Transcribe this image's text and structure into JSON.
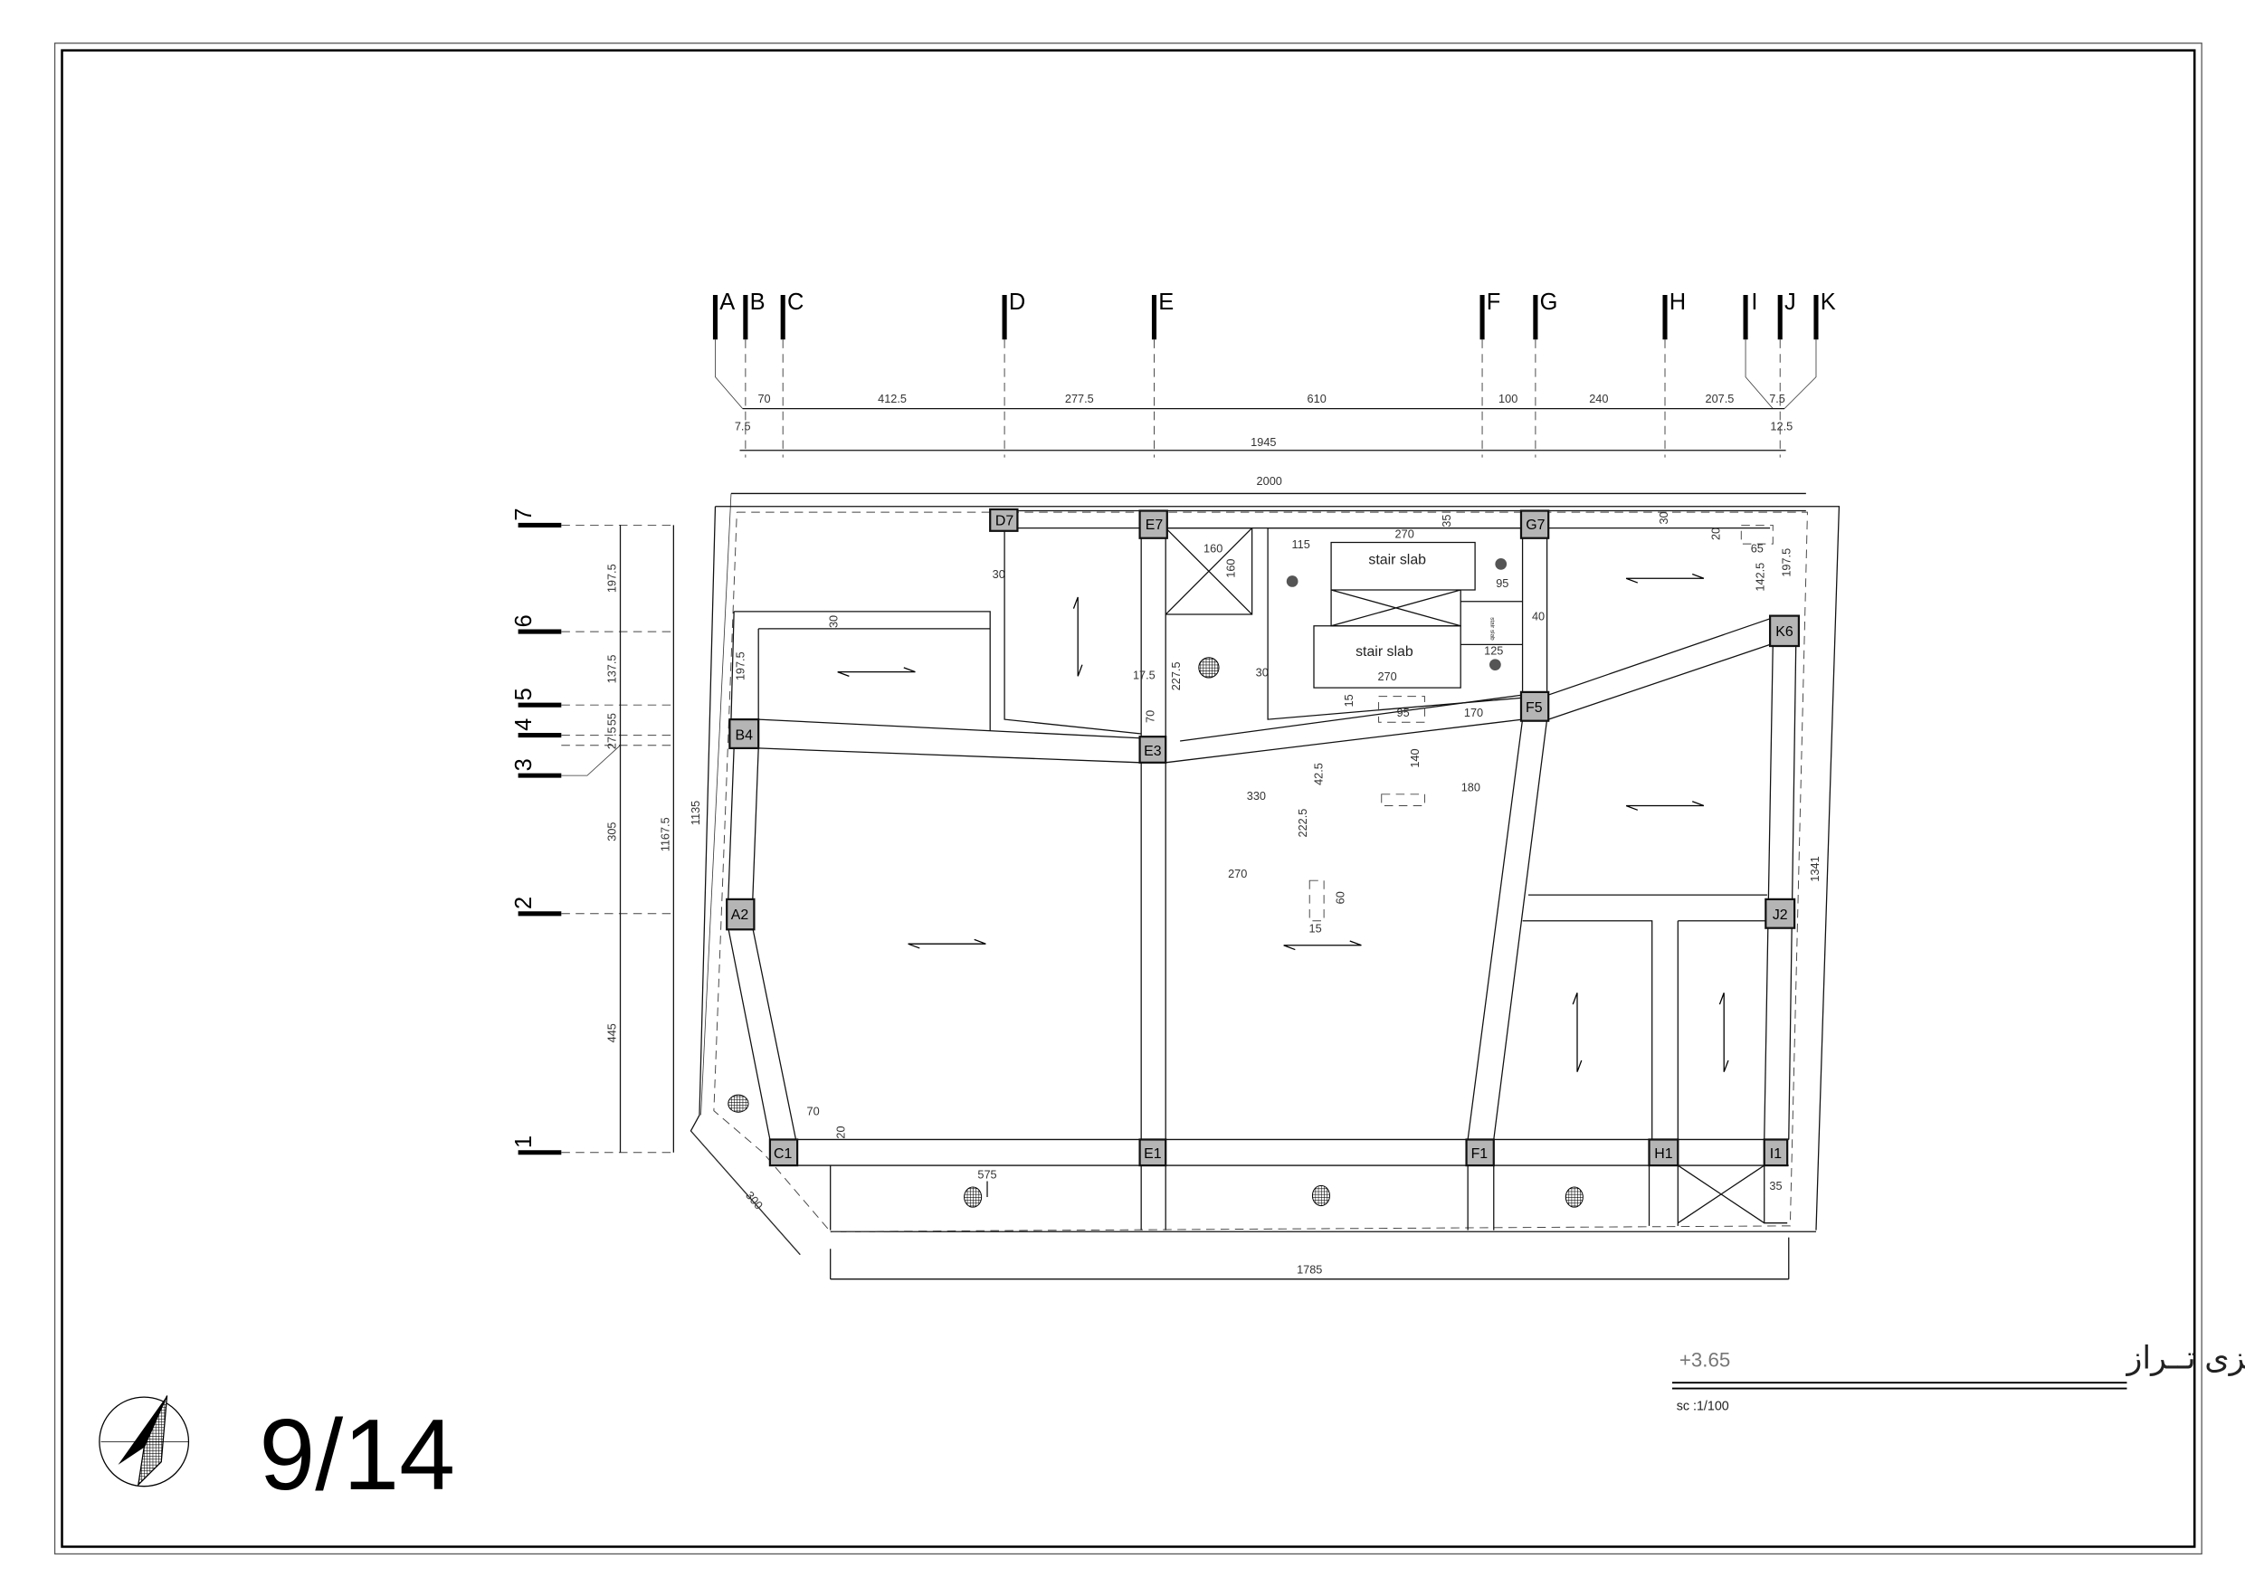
{
  "sheet": {
    "number": "9/14",
    "title": "پــلان تــیر ریــزی تــراز",
    "level": "+3.65",
    "scale": "sc :1/100"
  },
  "grid_columns": [
    "A",
    "B",
    "C",
    "D",
    "E",
    "F",
    "G",
    "H",
    "I",
    "J",
    "K"
  ],
  "grid_rows": [
    "7",
    "6",
    "5",
    "4",
    "3",
    "2",
    "1"
  ],
  "top_dims": {
    "spans": [
      "70",
      "412.5",
      "277.5",
      "610",
      "100",
      "240",
      "207.5",
      "7.5"
    ],
    "offset_left": "7.5",
    "offset_right": "12.5",
    "total_inner": "1945",
    "total": "2000"
  },
  "left_dims": {
    "spans": [
      "197.5",
      "137.5",
      "55",
      "27.5",
      "305",
      "445"
    ],
    "total": "1167.5",
    "outer": "1135"
  },
  "columns": [
    "D7",
    "E7",
    "G7",
    "K6",
    "B4",
    "E3",
    "F5",
    "A2",
    "J2",
    "C1",
    "E1",
    "F1",
    "H1",
    "I1"
  ],
  "labels": {
    "stair_slab": "stair slab"
  },
  "inner_dims": [
    "197.5",
    "30",
    "30",
    "17.5",
    "227.5",
    "70",
    "30",
    "160",
    "160",
    "115",
    "270",
    "35",
    "95",
    "40",
    "125",
    "270",
    "15",
    "95",
    "170",
    "140",
    "180",
    "330",
    "42.5",
    "222.5",
    "270",
    "60",
    "15",
    "30",
    "20",
    "65",
    "142.5",
    "197.5",
    "1341",
    "70",
    "20",
    "575",
    "300",
    "35",
    "1785"
  ]
}
